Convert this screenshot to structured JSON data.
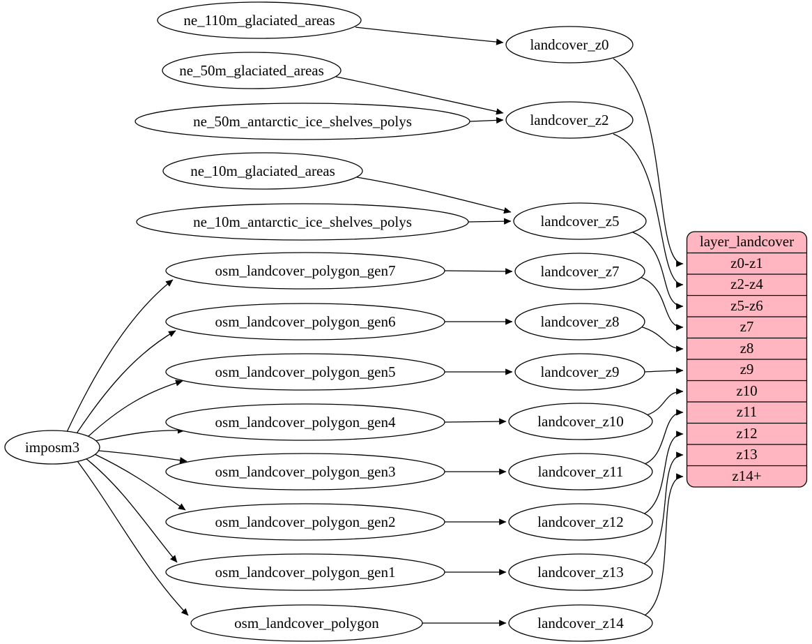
{
  "nodes": {
    "imposm3": "imposm3",
    "ne_110m_glaciated_areas": "ne_110m_glaciated_areas",
    "ne_50m_glaciated_areas": "ne_50m_glaciated_areas",
    "ne_50m_antarctic_ice_shelves_polys": "ne_50m_antarctic_ice_shelves_polys",
    "ne_10m_glaciated_areas": "ne_10m_glaciated_areas",
    "ne_10m_antarctic_ice_shelves_polys": "ne_10m_antarctic_ice_shelves_polys",
    "osm_landcover_polygon_gen7": "osm_landcover_polygon_gen7",
    "osm_landcover_polygon_gen6": "osm_landcover_polygon_gen6",
    "osm_landcover_polygon_gen5": "osm_landcover_polygon_gen5",
    "osm_landcover_polygon_gen4": "osm_landcover_polygon_gen4",
    "osm_landcover_polygon_gen3": "osm_landcover_polygon_gen3",
    "osm_landcover_polygon_gen2": "osm_landcover_polygon_gen2",
    "osm_landcover_polygon_gen1": "osm_landcover_polygon_gen1",
    "osm_landcover_polygon": "osm_landcover_polygon",
    "landcover_z0": "landcover_z0",
    "landcover_z2": "landcover_z2",
    "landcover_z5": "landcover_z5",
    "landcover_z7": "landcover_z7",
    "landcover_z8": "landcover_z8",
    "landcover_z9": "landcover_z9",
    "landcover_z10": "landcover_z10",
    "landcover_z11": "landcover_z11",
    "landcover_z12": "landcover_z12",
    "landcover_z13": "landcover_z13",
    "landcover_z14": "landcover_z14"
  },
  "table": {
    "title": "layer_landcover",
    "rows": [
      "z0-z1",
      "z2-z4",
      "z5-z6",
      "z7",
      "z8",
      "z9",
      "z10",
      "z11",
      "z12",
      "z13",
      "z14+"
    ]
  },
  "colors": {
    "table_fill": "#ffb6c1",
    "node_fill": "#ffffff",
    "edge_stroke": "#000000"
  },
  "edges": [
    {
      "from": "imposm3",
      "to": "osm_landcover_polygon_gen7"
    },
    {
      "from": "imposm3",
      "to": "osm_landcover_polygon_gen6"
    },
    {
      "from": "imposm3",
      "to": "osm_landcover_polygon_gen5"
    },
    {
      "from": "imposm3",
      "to": "osm_landcover_polygon_gen4"
    },
    {
      "from": "imposm3",
      "to": "osm_landcover_polygon_gen3"
    },
    {
      "from": "imposm3",
      "to": "osm_landcover_polygon_gen2"
    },
    {
      "from": "imposm3",
      "to": "osm_landcover_polygon_gen1"
    },
    {
      "from": "imposm3",
      "to": "osm_landcover_polygon"
    },
    {
      "from": "ne_110m_glaciated_areas",
      "to": "landcover_z0"
    },
    {
      "from": "ne_50m_glaciated_areas",
      "to": "landcover_z2"
    },
    {
      "from": "ne_50m_antarctic_ice_shelves_polys",
      "to": "landcover_z2"
    },
    {
      "from": "ne_10m_glaciated_areas",
      "to": "landcover_z5"
    },
    {
      "from": "ne_10m_antarctic_ice_shelves_polys",
      "to": "landcover_z5"
    },
    {
      "from": "osm_landcover_polygon_gen7",
      "to": "landcover_z7"
    },
    {
      "from": "osm_landcover_polygon_gen6",
      "to": "landcover_z8"
    },
    {
      "from": "osm_landcover_polygon_gen5",
      "to": "landcover_z9"
    },
    {
      "from": "osm_landcover_polygon_gen4",
      "to": "landcover_z10"
    },
    {
      "from": "osm_landcover_polygon_gen3",
      "to": "landcover_z11"
    },
    {
      "from": "osm_landcover_polygon_gen2",
      "to": "landcover_z12"
    },
    {
      "from": "osm_landcover_polygon_gen1",
      "to": "landcover_z13"
    },
    {
      "from": "osm_landcover_polygon",
      "to": "landcover_z14"
    },
    {
      "from": "landcover_z0",
      "to": "layer_landcover",
      "port": "z0-z1"
    },
    {
      "from": "landcover_z2",
      "to": "layer_landcover",
      "port": "z2-z4"
    },
    {
      "from": "landcover_z5",
      "to": "layer_landcover",
      "port": "z5-z6"
    },
    {
      "from": "landcover_z7",
      "to": "layer_landcover",
      "port": "z7"
    },
    {
      "from": "landcover_z8",
      "to": "layer_landcover",
      "port": "z8"
    },
    {
      "from": "landcover_z9",
      "to": "layer_landcover",
      "port": "z9"
    },
    {
      "from": "landcover_z10",
      "to": "layer_landcover",
      "port": "z10"
    },
    {
      "from": "landcover_z11",
      "to": "layer_landcover",
      "port": "z11"
    },
    {
      "from": "landcover_z12",
      "to": "layer_landcover",
      "port": "z12"
    },
    {
      "from": "landcover_z13",
      "to": "layer_landcover",
      "port": "z13"
    },
    {
      "from": "landcover_z14",
      "to": "layer_landcover",
      "port": "z14+"
    }
  ]
}
